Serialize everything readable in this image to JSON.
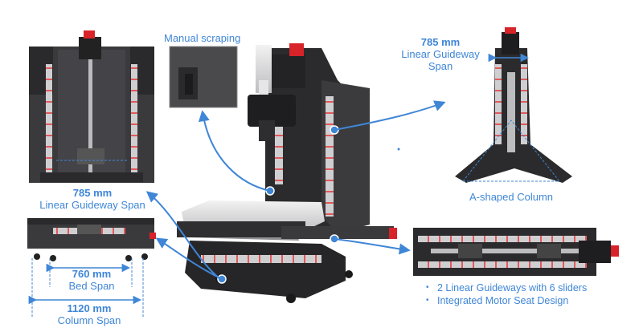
{
  "labels": {
    "manual_scraping": "Manual scraping",
    "top_right_value": "785 mm",
    "top_right_text_1": "Linear Guideway",
    "top_right_text_2": "Span",
    "left_value": "785 mm",
    "left_text": "Linear Guideway Span",
    "bed_value": "760 mm",
    "bed_text": "Bed Span",
    "column_value": "1120 mm",
    "column_text": "Column Span",
    "a_column": "A-shaped Column"
  },
  "bullets": [
    "2 Linear Guideways with 6 sliders",
    "Integrated Motor Seat Design"
  ],
  "colors": {
    "accent": "#3f86d6",
    "machine_dark": "#2b2b2d",
    "machine_mid": "#4a4a4d",
    "red": "#d8232a",
    "rail": "#b8b8bc"
  }
}
